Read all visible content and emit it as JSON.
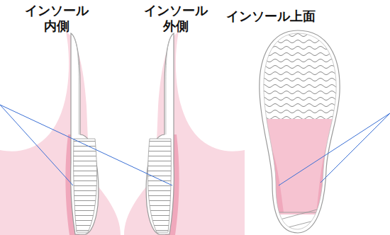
{
  "diagram": {
    "labels": [
      "インソール 内側",
      "インソール 外側",
      "インソール上面"
    ]
  }
}
